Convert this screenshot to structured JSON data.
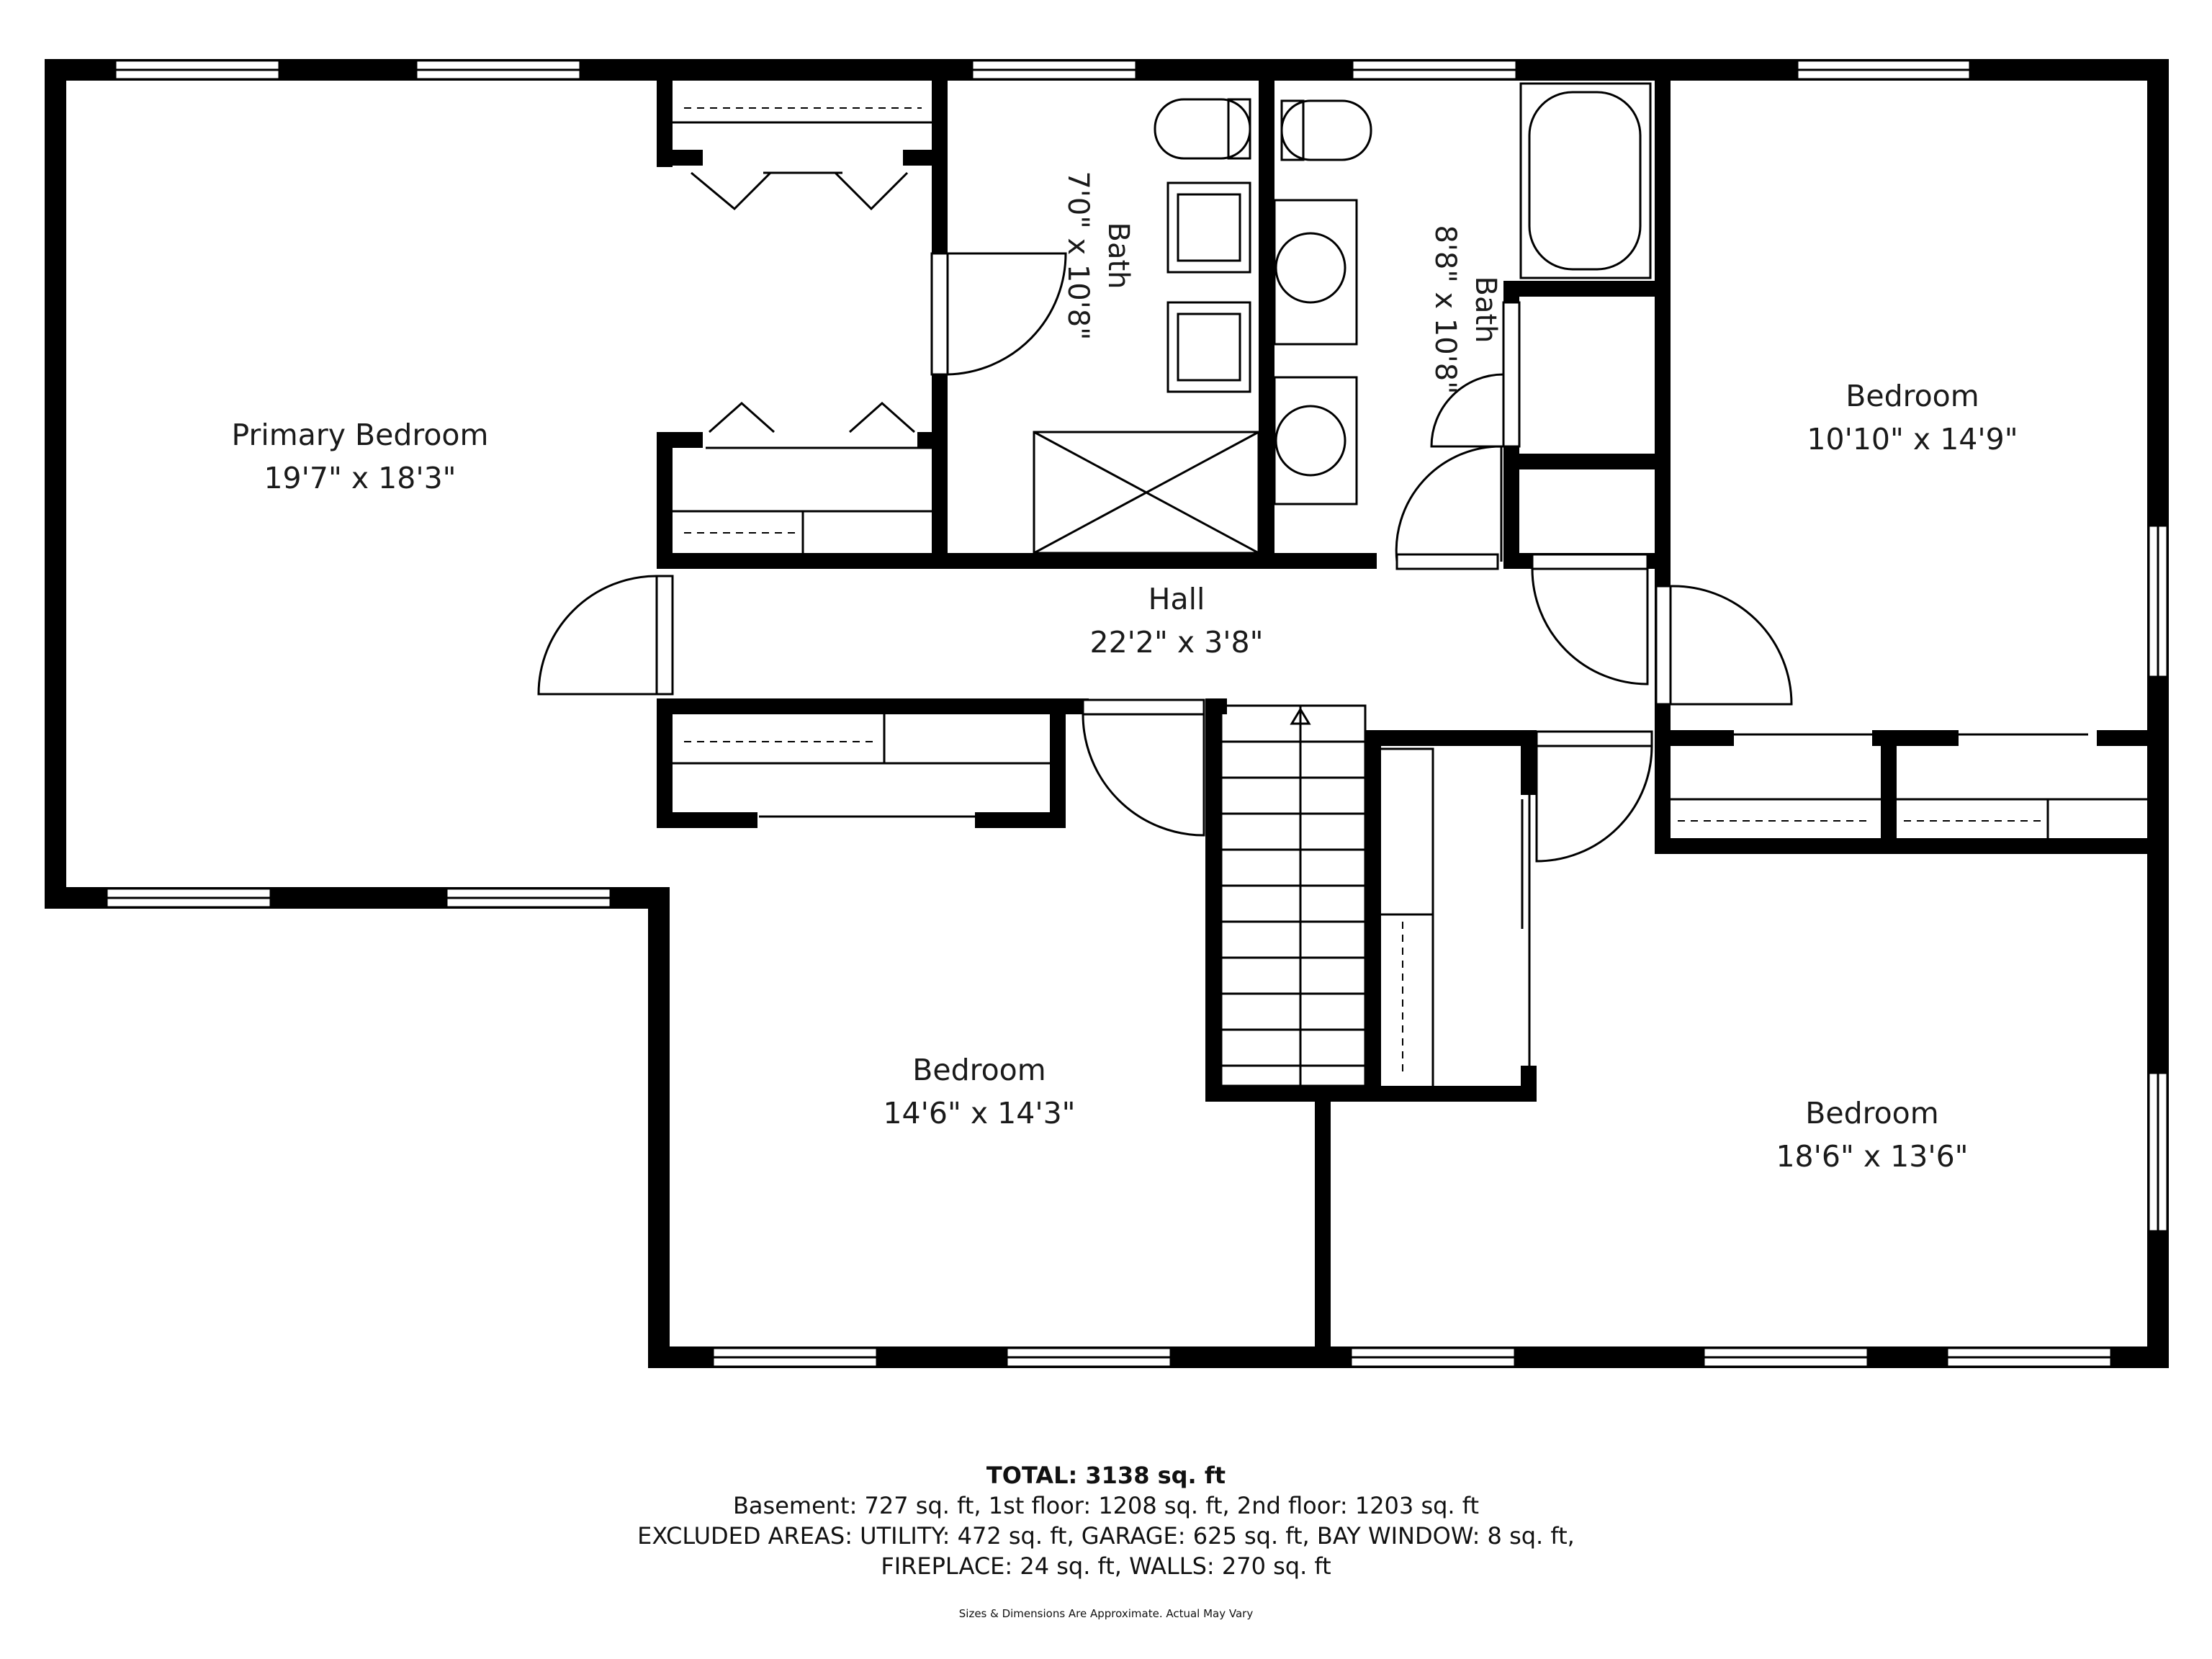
{
  "rooms": {
    "primary_bedroom": {
      "name": "Primary Bedroom",
      "dims": "19'7\" x 18'3\""
    },
    "bath1": {
      "name": "Bath",
      "dims": "7'0\" x 10'8\""
    },
    "bath2": {
      "name": "Bath",
      "dims": "8'8\" x 10'8\""
    },
    "bedroom_ne": {
      "name": "Bedroom",
      "dims": "10'10\" x 14'9\""
    },
    "hall": {
      "name": "Hall",
      "dims": "22'2\" x 3'8\""
    },
    "bedroom_s": {
      "name": "Bedroom",
      "dims": "14'6\" x 14'3\""
    },
    "bedroom_se": {
      "name": "Bedroom",
      "dims": "18'6\" x 13'6\""
    }
  },
  "summary": {
    "total": "TOTAL: 3138 sq. ft",
    "floors": "Basement: 727 sq. ft, 1st floor: 1208 sq. ft, 2nd floor: 1203 sq. ft",
    "excluded_line1": "EXCLUDED AREAS: UTILITY: 472 sq. ft, GARAGE: 625 sq. ft, BAY WINDOW: 8 sq. ft,",
    "excluded_line2": "FIREPLACE: 24 sq. ft, WALLS: 270 sq. ft",
    "disclaimer": "Sizes & Dimensions Are Approximate. Actual May Vary"
  },
  "colors": {
    "wall": "#000000",
    "background": "#ffffff"
  }
}
